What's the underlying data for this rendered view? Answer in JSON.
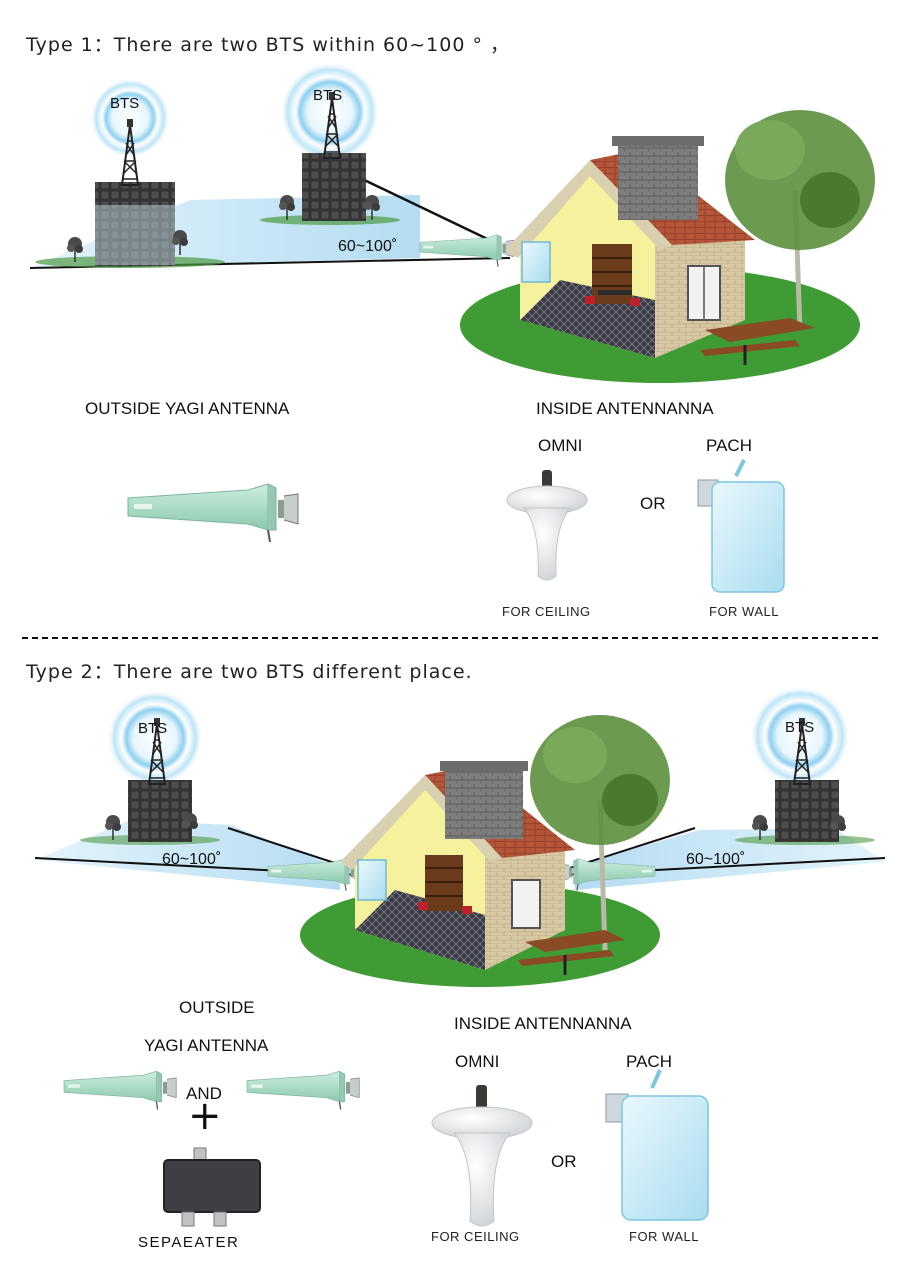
{
  "type1": {
    "heading": "Type 1：There are two BTS within 60~100 ° ，",
    "bts_left": "BTS",
    "bts_right": "BTS",
    "angle": "60~100˚",
    "outside_label": "OUTSIDE YAGI ANTENNA",
    "inside_label": "INSIDE ANTENNANNA",
    "omni_label": "OMNI",
    "pach_label": "PACH",
    "or_label": "OR",
    "ceiling_caption": "FOR CEILING",
    "wall_caption": "FOR WALL"
  },
  "type2": {
    "heading": "Type 2：There are two BTS different place.",
    "bts_left": "BTS",
    "bts_right": "BTS",
    "angle_left": "60~100˚",
    "angle_right": "60~100˚",
    "outside_label_line1": "OUTSIDE",
    "outside_label_line2": "YAGI  ANTENNA",
    "and_label": "AND",
    "plus_label": "+",
    "separator_caption": "SEPAEATER",
    "inside_label": "INSIDE ANTENNANNA",
    "omni_label": "OMNI",
    "pach_label": "PACH",
    "or_label": "OR",
    "ceiling_caption": "FOR CEILING",
    "wall_caption": "FOR WALL"
  },
  "colors": {
    "signal_blue": "#a9d8f2",
    "antenna_green": "#a8d9c4",
    "grass": "#3f9b34",
    "roof": "#b4553a",
    "wall_yellow": "#f6f19c",
    "panel_blue": "#c9ecf7"
  }
}
